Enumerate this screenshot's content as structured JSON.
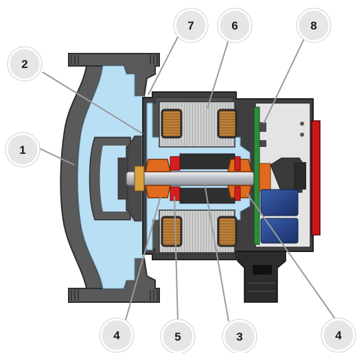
{
  "figure": {
    "kind": "cross-section of a circulator pump",
    "colors": {
      "casing": "#555555",
      "casing_dark": "#3a3a3a",
      "water": "#b9dff5",
      "stator_lamination": "#c8c8c8",
      "coil": "#c0823a",
      "shaft": "#c9cdd2",
      "bearing": "#e06a1d",
      "seal": "#d22020",
      "pcb": "#2e8b3a",
      "capacitor": "#24448a",
      "electronics_box": "#dcdcdc",
      "callout_fill": "#e6e6e6",
      "callout_stroke": "#ffffff",
      "leader": "#9a9a9a"
    }
  },
  "callouts": [
    {
      "id": "1",
      "label": "1"
    },
    {
      "id": "2",
      "label": "2"
    },
    {
      "id": "7",
      "label": "7"
    },
    {
      "id": "6",
      "label": "6"
    },
    {
      "id": "8",
      "label": "8"
    },
    {
      "id": "4a",
      "label": "4"
    },
    {
      "id": "5",
      "label": "5"
    },
    {
      "id": "3",
      "label": "3"
    },
    {
      "id": "4b",
      "label": "4"
    }
  ]
}
